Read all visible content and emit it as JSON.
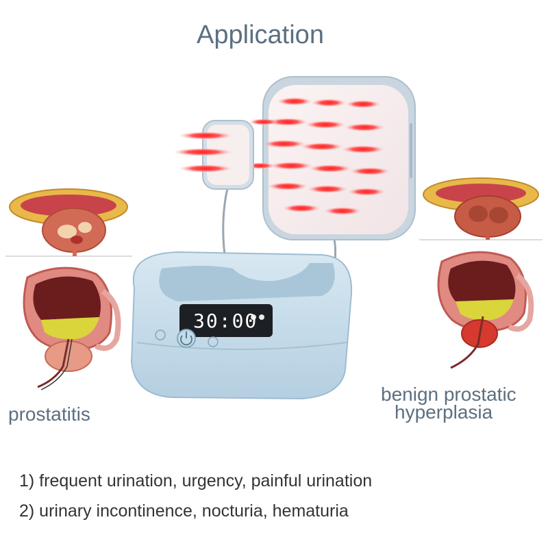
{
  "title": "Application",
  "display": {
    "time": "30:00"
  },
  "labels": {
    "left": "prostatitis",
    "right_line1": "benign prostatic",
    "right_line2": "hyperplasia"
  },
  "symptoms": [
    "1) frequent urination, urgency, painful urination",
    "2) urinary incontinence, nocturia, hematuria"
  ],
  "colors": {
    "text": "#5b6f80",
    "device_body": "#c6dbe9",
    "red_light": "#ff4d4d"
  }
}
